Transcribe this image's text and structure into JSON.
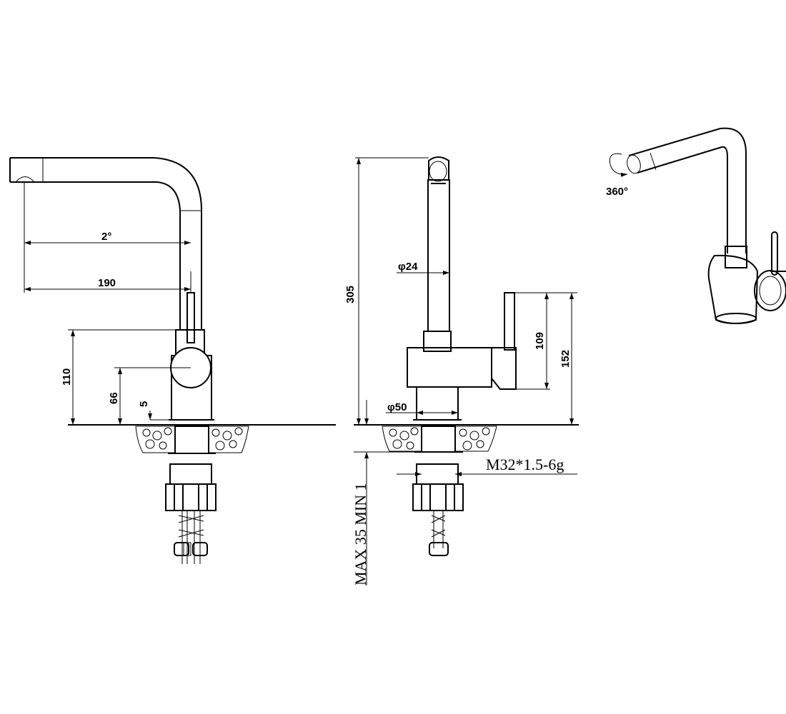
{
  "colors": {
    "line": "#000000",
    "background": "#ffffff"
  },
  "side_view": {
    "dim_angle": "2°",
    "dim_reach": "190",
    "dim_handle_height": "110",
    "dim_body_height": "66",
    "dim_base": "5"
  },
  "front_view": {
    "dim_total_height": "305",
    "dim_spout_diameter": "φ24",
    "dim_base_diameter": "φ50",
    "dim_handle_height": "109",
    "dim_handle_top": "152",
    "dim_thread": "M32*1.5-6g",
    "dim_countertop": "MAX 35 MIN 1"
  },
  "iso_view": {
    "rotation_label": "360°"
  }
}
